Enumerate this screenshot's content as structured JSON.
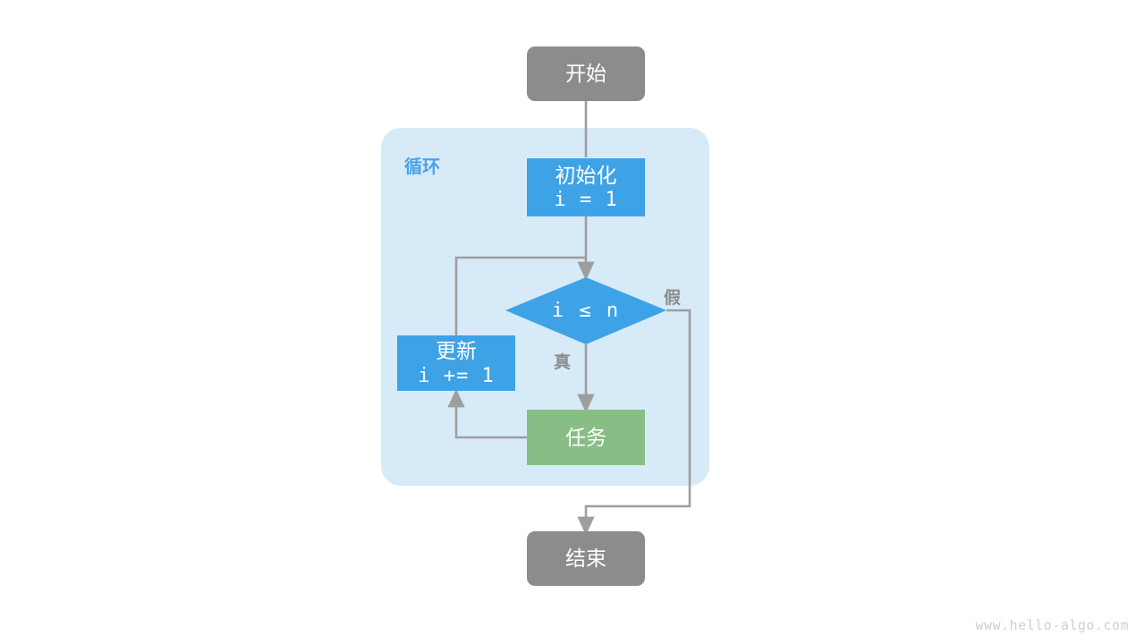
{
  "diagram": {
    "title_watermark": "www.hello-algo.com",
    "background_color": "#ffffff",
    "colors": {
      "terminal": "#8c8c8c",
      "process": "#3ea2e6",
      "task": "#87be85",
      "container": "#d7eaf8",
      "container_label": "#4aa3e8",
      "edge": "#9e9e9e",
      "edge_label": "#8c8c8c",
      "node_text": "#ffffff",
      "watermark": "#cfcfcf"
    }
  },
  "nodes": {
    "start": {
      "label": "开始"
    },
    "init": {
      "label": "初始化",
      "expression": "i = 1"
    },
    "condition": {
      "expression": "i ≤ n"
    },
    "update": {
      "label": "更新",
      "expression": "i += 1"
    },
    "task": {
      "label": "任务"
    },
    "end": {
      "label": "结束"
    }
  },
  "container": {
    "label": "循环"
  },
  "edge_labels": {
    "true_branch": "真",
    "false_branch": "假"
  }
}
